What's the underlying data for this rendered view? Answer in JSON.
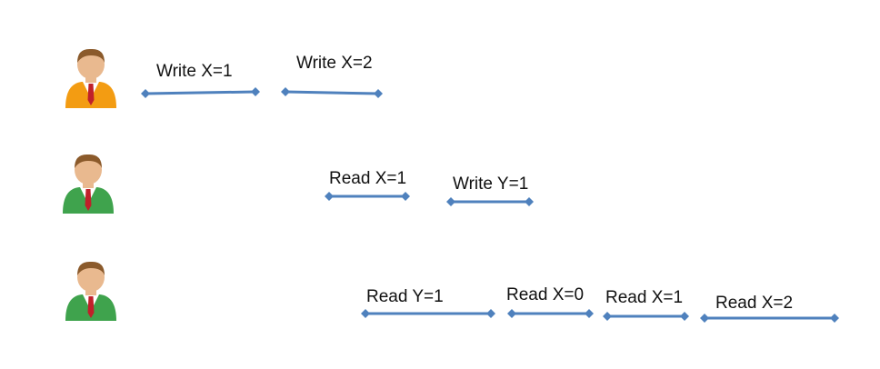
{
  "colors": {
    "line": "#4F81BD",
    "shirt": "#FFFFFF",
    "tie": "#C0202A",
    "skin": "#E9B98F",
    "hair": "#8B5A2B",
    "jacket_orange": "#F39C12",
    "jacket_green": "#3FA34D"
  },
  "actors": [
    {
      "icon": "person-orange-icon",
      "operations": [
        {
          "label": "Write X=1"
        },
        {
          "label": "Write X=2"
        }
      ]
    },
    {
      "icon": "person-green-icon",
      "operations": [
        {
          "label": "Read X=1"
        },
        {
          "label": "Write Y=1"
        }
      ]
    },
    {
      "icon": "person-green-icon",
      "operations": [
        {
          "label": "Read Y=1"
        },
        {
          "label": "Read X=0"
        },
        {
          "label": "Read X=1"
        },
        {
          "label": "Read X=2"
        }
      ]
    }
  ]
}
